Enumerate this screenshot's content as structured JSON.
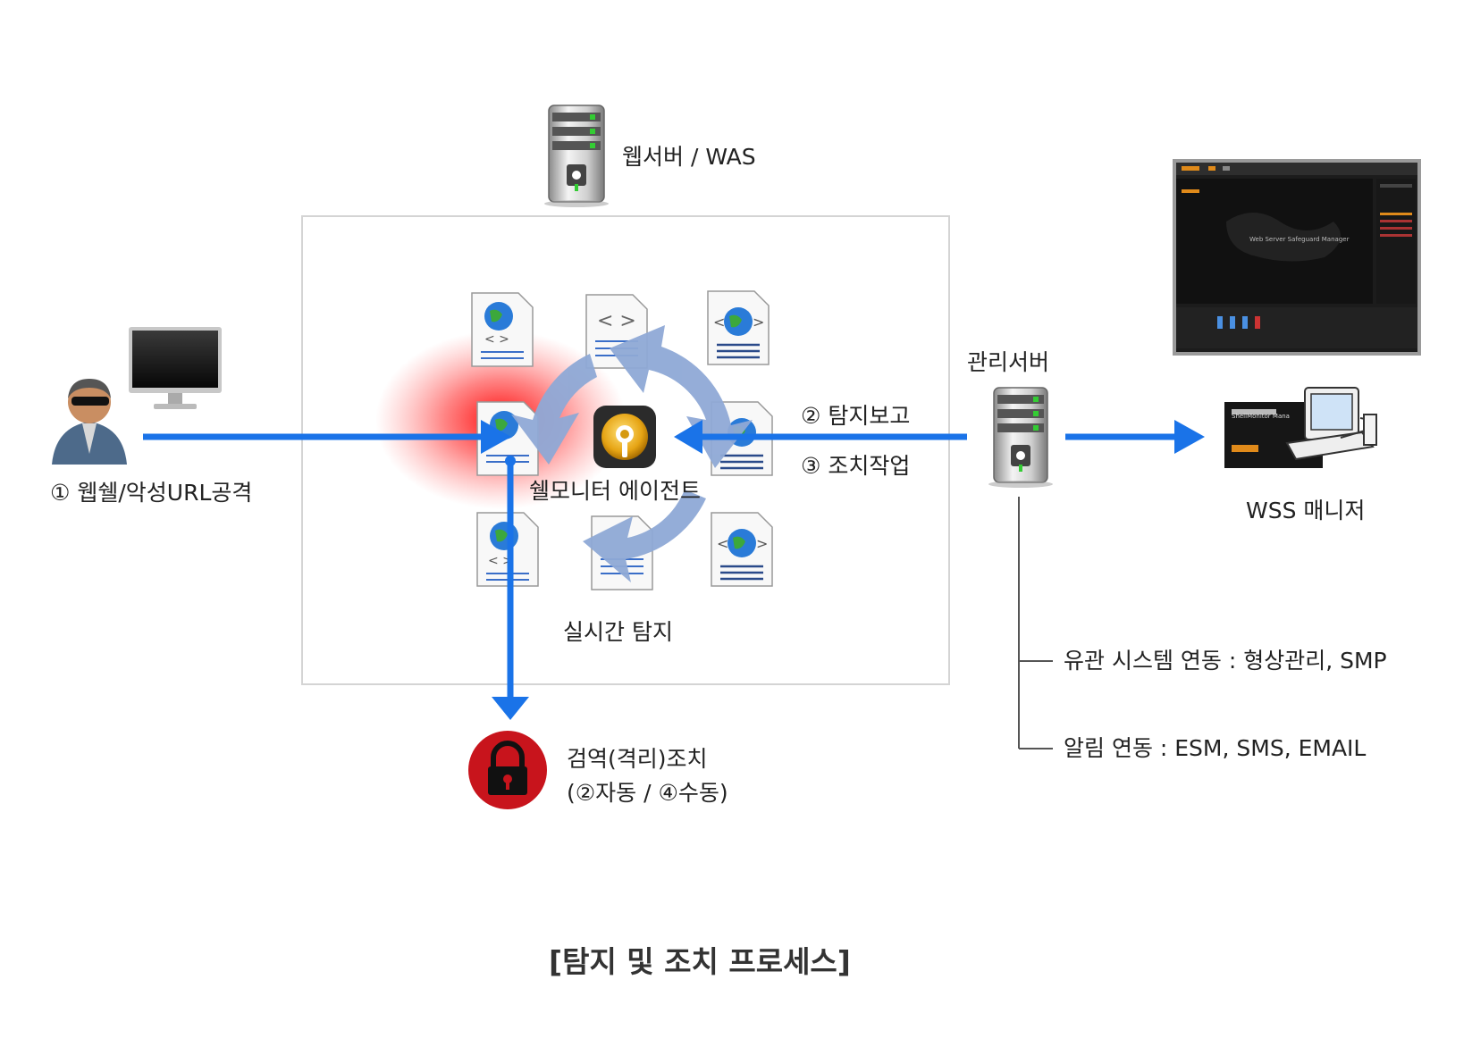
{
  "labels": {
    "webserver": "웹서버 / WAS",
    "attack": "① 웹쉘/악성URL공격",
    "detect_report": "② 탐지보고",
    "action_work": "③ 조치작업",
    "agent": "쉘모니터 에이전트",
    "realtime": "실시간 탐지",
    "mgmt_server": "관리서버",
    "wss_manager": "WSS 매니저",
    "quarantine_line1": "검역(격리)조치",
    "quarantine_line2": "(②자동 / ④수동)",
    "integration": "유관 시스템 연동 : 형상관리, SMP",
    "alert": "알림 연동 : ESM, SMS, EMAIL",
    "caption": "[탐지 및 조치 프로세스]"
  },
  "screen": {
    "title": "Web Server Safeguard Manager",
    "mini_title": "ShellMonitor Mana"
  },
  "colors": {
    "arrow": "#1a73e8",
    "cycle": "#8fa9d6",
    "threat_glow": "#ff0000",
    "lock_red": "#c8141c",
    "gold": "#f0b020"
  },
  "icons": [
    "attacker-icon",
    "monitor-icon",
    "server-icon",
    "web-page-icon",
    "code-file-icon",
    "agent-icon",
    "lock-icon",
    "pc-icon",
    "screenshot-icon"
  ]
}
